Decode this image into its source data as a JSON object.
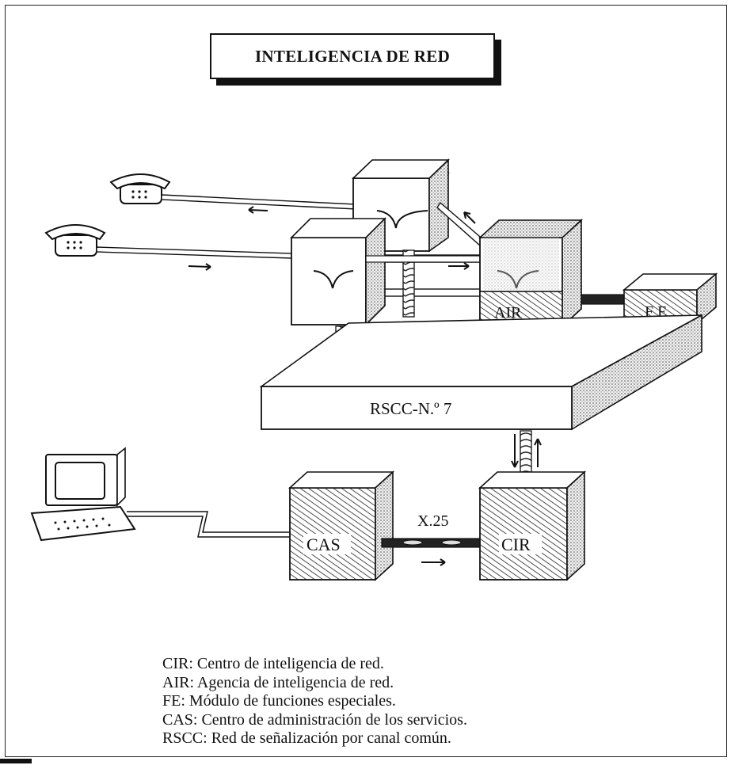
{
  "title": "INTELIGENCIA DE RED",
  "labels": {
    "rscc": "RSCC-N.º 7",
    "air": "AIR",
    "fe": "F E",
    "cas": "CAS",
    "cir": "CIR",
    "x25": "X.25"
  },
  "legend": [
    "CIR: Centro de inteligencia de red.",
    "AIR: Agencia de inteligencia de red.",
    "FE: Módulo de funciones especiales.",
    "CAS: Centro de administración de los servicios.",
    "RSCC: Red de señalización por canal común."
  ],
  "icons": [
    "telephone-icon",
    "computer-terminal-icon",
    "switch-cross-icon",
    "arrow-icon"
  ]
}
